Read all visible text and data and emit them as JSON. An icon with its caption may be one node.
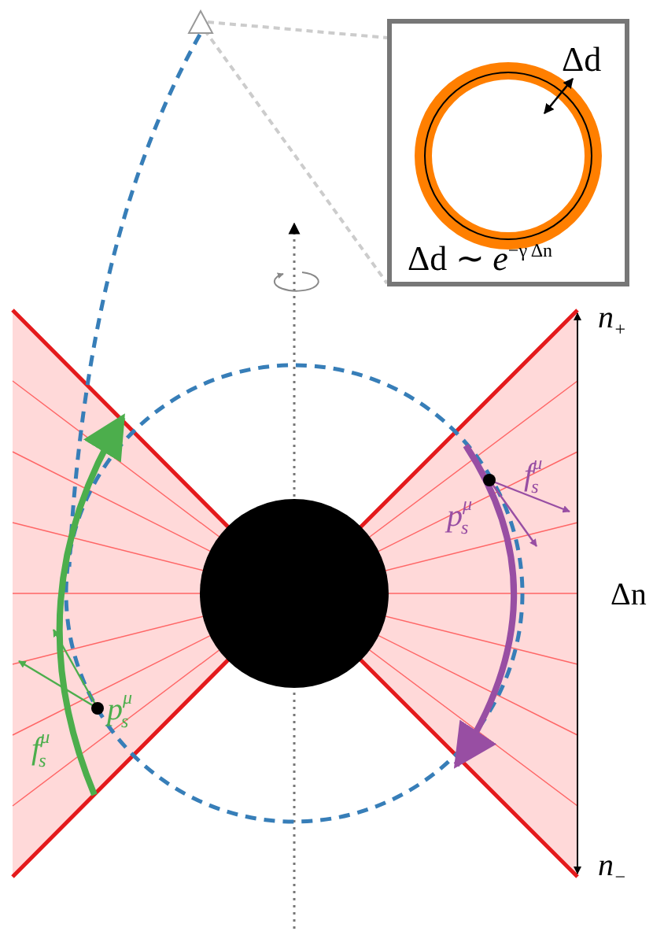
{
  "diagram": {
    "nodes": [
      {
        "text": [],
        "shape": "triangle"
      },
      {
        "text": [
          "Δd",
          "Δd ∼ *e*$^{−γ Δn}$"
        ]
      }
    ],
    "edges": [
      {
        "from": 0,
        "to": 1,
        "arrow": "none",
        "style": "dashed"
      },
      {
        "from": 0,
        "to": 1,
        "arrow": "none",
        "style": "dashed"
      }
    ],
    "labels": [
      "n$_{+}$",
      "f$^{μ}$$_{s}$",
      "p$^{μ}$$_{s}$",
      "Δn",
      "p$^{μ}$$_{s}$",
      "f$^{μ}$$_{s}$",
      "n$_{−}$"
    ]
  }
}
